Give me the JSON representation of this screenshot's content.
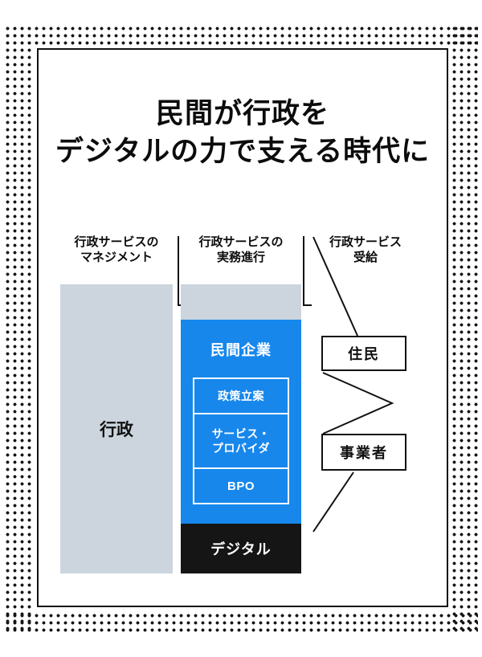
{
  "title": {
    "line1": "民間が行政を",
    "line2": "デジタルの力で支える時代に"
  },
  "columns": {
    "col1": {
      "header1": "行政サービスの",
      "header2": "マネジメント",
      "label": "行政"
    },
    "col2": {
      "header1": "行政サービスの",
      "header2": "実務進行",
      "company": "民間企業",
      "item1": "政策立案",
      "item2": "サービス・\nプロバイダ",
      "item3": "BPO",
      "digital": "デジタル"
    },
    "col3": {
      "header1": "行政サービス",
      "header2": "受給",
      "box1": "住民",
      "box2": "事業者"
    }
  },
  "colors": {
    "gray": "#ccd5de",
    "blue": "#1787ec",
    "dark": "#151515"
  }
}
